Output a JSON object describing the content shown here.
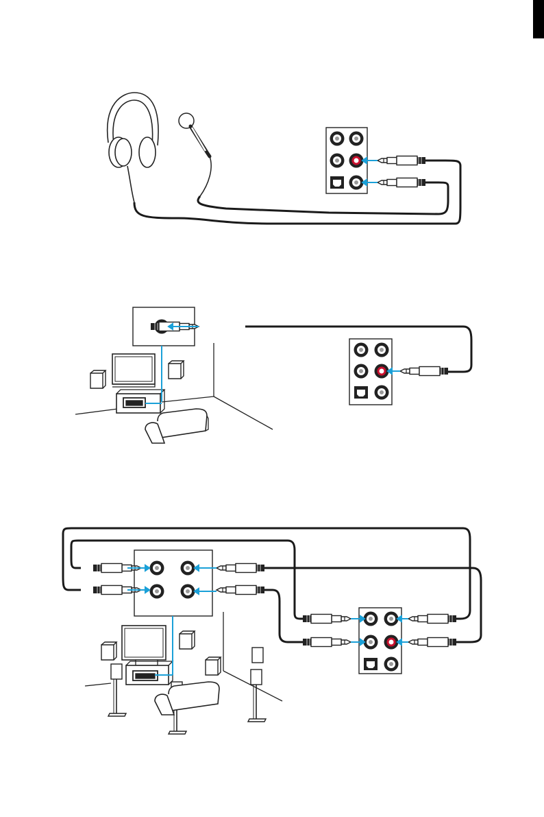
{
  "colors": {
    "ink": "#222222",
    "cable": "#1a1a1a",
    "accent": "#1aa0d8",
    "jack_red": "#c8102e",
    "page": "#ffffff"
  },
  "diagrams": [
    {
      "id": "headphone-microphone-connection",
      "icons": [
        "headphones-icon",
        "microphone-icon",
        "audio-jack-panel-icon"
      ]
    },
    {
      "id": "stereo-speaker-connection",
      "icons": [
        "amplifier-jack-icon",
        "home-theater-icon",
        "audio-jack-panel-icon"
      ]
    },
    {
      "id": "surround-speaker-connection",
      "icons": [
        "speaker-input-panel-icon",
        "surround-home-theater-icon",
        "audio-jack-panel-icon"
      ]
    }
  ]
}
